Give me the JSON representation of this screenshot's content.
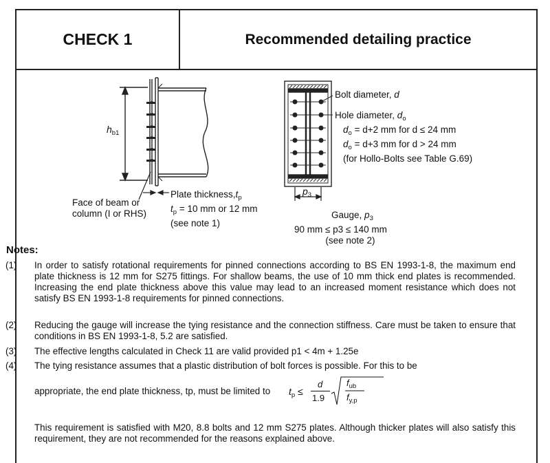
{
  "header": {
    "check_label": "CHECK 1",
    "title": "Recommended detailing practice"
  },
  "diagram": {
    "hb1_label": "h",
    "hb1_sub": "b1",
    "face_label_line1": "Face of beam or",
    "face_label_line2": "column (I or RHS)",
    "plate_label_line1": "Plate thickness,",
    "plate_label_var": "t",
    "plate_label_sub": "p",
    "plate_label_line2": "= 10 mm or 12 mm",
    "plate_label_line3": "(see note 1)",
    "bolt_diameter": "Bolt diameter, ",
    "bolt_diameter_var": "d",
    "hole_diameter": "Hole diameter, ",
    "hole_var": "d",
    "hole_sub": "o",
    "hole_rule1": "= d+2 mm for d ≤ 24 mm",
    "hole_rule2": "= d+3 mm for d > 24 mm",
    "hole_rule3": "(for Hollo-Bolts see Table G.69)",
    "p3_label": "p",
    "p3_sub": "3",
    "gauge_line1": "Gauge, ",
    "gauge_line2": "90 mm ≤ p3 ≤ 140 mm",
    "gauge_line3": "(see note 2)"
  },
  "notes": {
    "title": "Notes:",
    "items": [
      {
        "num": "(1)",
        "text": "In order to satisfy rotational requirements for pinned connections according to BS EN 1993-1-8, the maximum end plate thickness is 12 mm for S275 fittings. For shallow beams, the use of 10 mm thick end plates is recommended. Increasing the end plate thickness above this value may lead to an increased moment resistance which does not satisfy BS EN 1993-1-8 requirements for pinned connections."
      },
      {
        "num": "(2)",
        "text": "Reducing the gauge will increase the tying resistance and the connection stiffness. Care must be taken to ensure that conditions in BS EN 1993-1-8, 5.2 are satisfied."
      },
      {
        "num": "(3)",
        "text": "The effective lengths calculated in Check 11 are valid provided p1 < 4m + 1.25e"
      },
      {
        "num": "(4)",
        "text_a": "The tying resistance assumes that a plastic distribution of bolt forces is possible. For this to be",
        "text_b": "appropriate, the end plate thickness, tp, must be limited to",
        "formula_lhs": "t",
        "formula_lhs_sub": "p",
        "formula_num": "d",
        "formula_den": "1.9",
        "formula_fub": "f",
        "formula_fub_sub": "ub",
        "formula_fyp": "f",
        "formula_fyp_sub": "y,p",
        "text_c": "This requirement is satisfied with M20, 8.8 bolts and 12 mm S275 plates. Although thicker plates will also satisfy this requirement, they are not recommended for the reasons explained above."
      }
    ]
  }
}
